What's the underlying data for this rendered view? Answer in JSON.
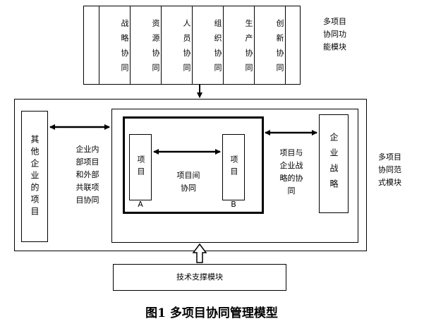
{
  "function_cells": [
    "战略协同",
    "资源协同",
    "人员协同",
    "组织协同",
    "生产协同",
    "创新协同"
  ],
  "function_module_label": "多项目\n协同功\n能模块",
  "outer_module_label": "多项目\n协同范\n式模块",
  "other_projects": "其他企业的项目",
  "internal_external": "企业内\n部项目\n和外部\n共联项\n目协同",
  "project_a": [
    "项目",
    "A"
  ],
  "project_b": [
    "项目",
    "B"
  ],
  "between_projects": "项目间\n协同",
  "project_strategy": "项目与\n企业战\n略的协\n同",
  "enterprise_strategy": "企业战略",
  "tech_support": "技术支撑模块",
  "caption": "图1 多项目协同管理模型"
}
